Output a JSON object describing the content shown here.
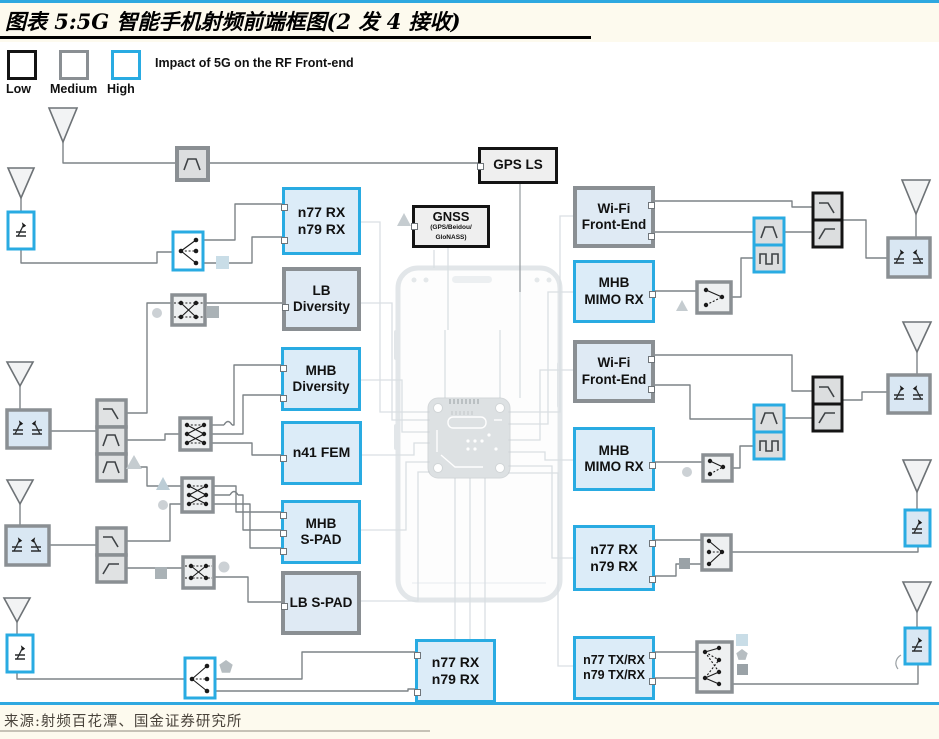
{
  "header": {
    "title": "图表 5:5G 智能手机射频前端框图(2 发 4 接收)"
  },
  "legend": {
    "caption": "Impact of 5G on the RF Front-end",
    "items": [
      {
        "label": "Low"
      },
      {
        "label": "Medium"
      },
      {
        "label": "High"
      }
    ]
  },
  "blocks": {
    "n77_rx_top_left": "n77 RX\nn79 RX",
    "lb_diversity": "LB\nDiversity",
    "mhb_diversity": "MHB\nDiversity",
    "n41_fem": "n41 FEM",
    "mhb_s_pad": "MHB\nS-PAD",
    "lb_s_pad": "LB S-PAD",
    "n77_rx_bottom": "n77 RX\nn79 RX",
    "gps_ls": "GPS LS",
    "gnss": {
      "title": "GNSS",
      "sub1": "(GPS/Beidou/",
      "sub2": "GloNASS)"
    },
    "wifi_front_end_1": "Wi-Fi\nFront-End",
    "mhb_mimo_rx_1": "MHB\nMIMO RX",
    "wifi_front_end_2": "Wi-Fi\nFront-End",
    "mhb_mimo_rx_2": "MHB\nMIMO RX",
    "n77_rx_right": "n77 RX\nn79 RX",
    "n77_n79_tx_rx": "n77 TX/RX\nn79 TX/RX"
  },
  "footer": {
    "source": "来源:射频百花潭、国金证券研究所"
  },
  "colors": {
    "accent_cyan": "#29abe2",
    "medium_gray": "#8a8f93",
    "low_black": "#141414",
    "wire_gray": "#7d8387",
    "faint_trace": "#dadfe3",
    "box_fill_blue": "#dcecf8",
    "box_fill_gray": "#efefef",
    "rule_blue": "#2ea8e0"
  }
}
